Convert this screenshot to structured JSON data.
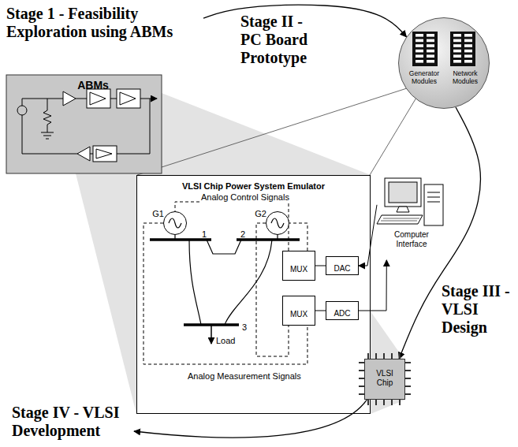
{
  "diagram": {
    "nodes": [
      {
        "text": [
          "Stage 1 - Feasibility Exploration using ABMs",
          "ABMs"
        ]
      },
      {
        "text": [
          "Generator Modules",
          "Network Modules"
        ]
      },
      {
        "text": [
          "VLSI Chip Power System Emulator"
        ]
      },
      {
        "text": [
          "G1"
        ],
        "in": 2
      },
      {
        "text": [
          "G2"
        ],
        "in": 2
      },
      {
        "text": [
          "MUX"
        ],
        "in": 2
      },
      {
        "text": [
          "DAC"
        ],
        "in": 2
      },
      {
        "text": [
          "MUX"
        ],
        "in": 2
      },
      {
        "text": [
          "ADC"
        ],
        "in": 2
      },
      {
        "text": [
          "Computer Interface"
        ]
      },
      {
        "text": [
          "VLSI Chip"
        ]
      }
    ],
    "edges": [
      {
        "from": 0,
        "to": 1,
        "arrow": "to"
      },
      {
        "from": 1,
        "to": 10,
        "arrow": "to"
      },
      {
        "from": 9,
        "to": 6,
        "arrow": "to"
      },
      {
        "from": 6,
        "to": 5,
        "arrow": "none"
      },
      {
        "from": 7,
        "to": 8,
        "arrow": "none"
      },
      {
        "from": 8,
        "to": 9,
        "arrow": "to"
      },
      {
        "from": 5,
        "to": 3,
        "arrow": "none"
      },
      {
        "from": 5,
        "to": 4,
        "arrow": "none"
      },
      {
        "from": 3,
        "to": 7,
        "arrow": "none"
      },
      {
        "from": 4,
        "to": 7,
        "arrow": "none"
      }
    ],
    "labels": [
      "Stage II - PC Board Prototype",
      "Stage III - VLSI Design",
      "Stage IV - VLSI Development",
      "Analog Control Signals",
      "1",
      "2",
      "3",
      "Load",
      "Analog Measurement Signals"
    ]
  }
}
